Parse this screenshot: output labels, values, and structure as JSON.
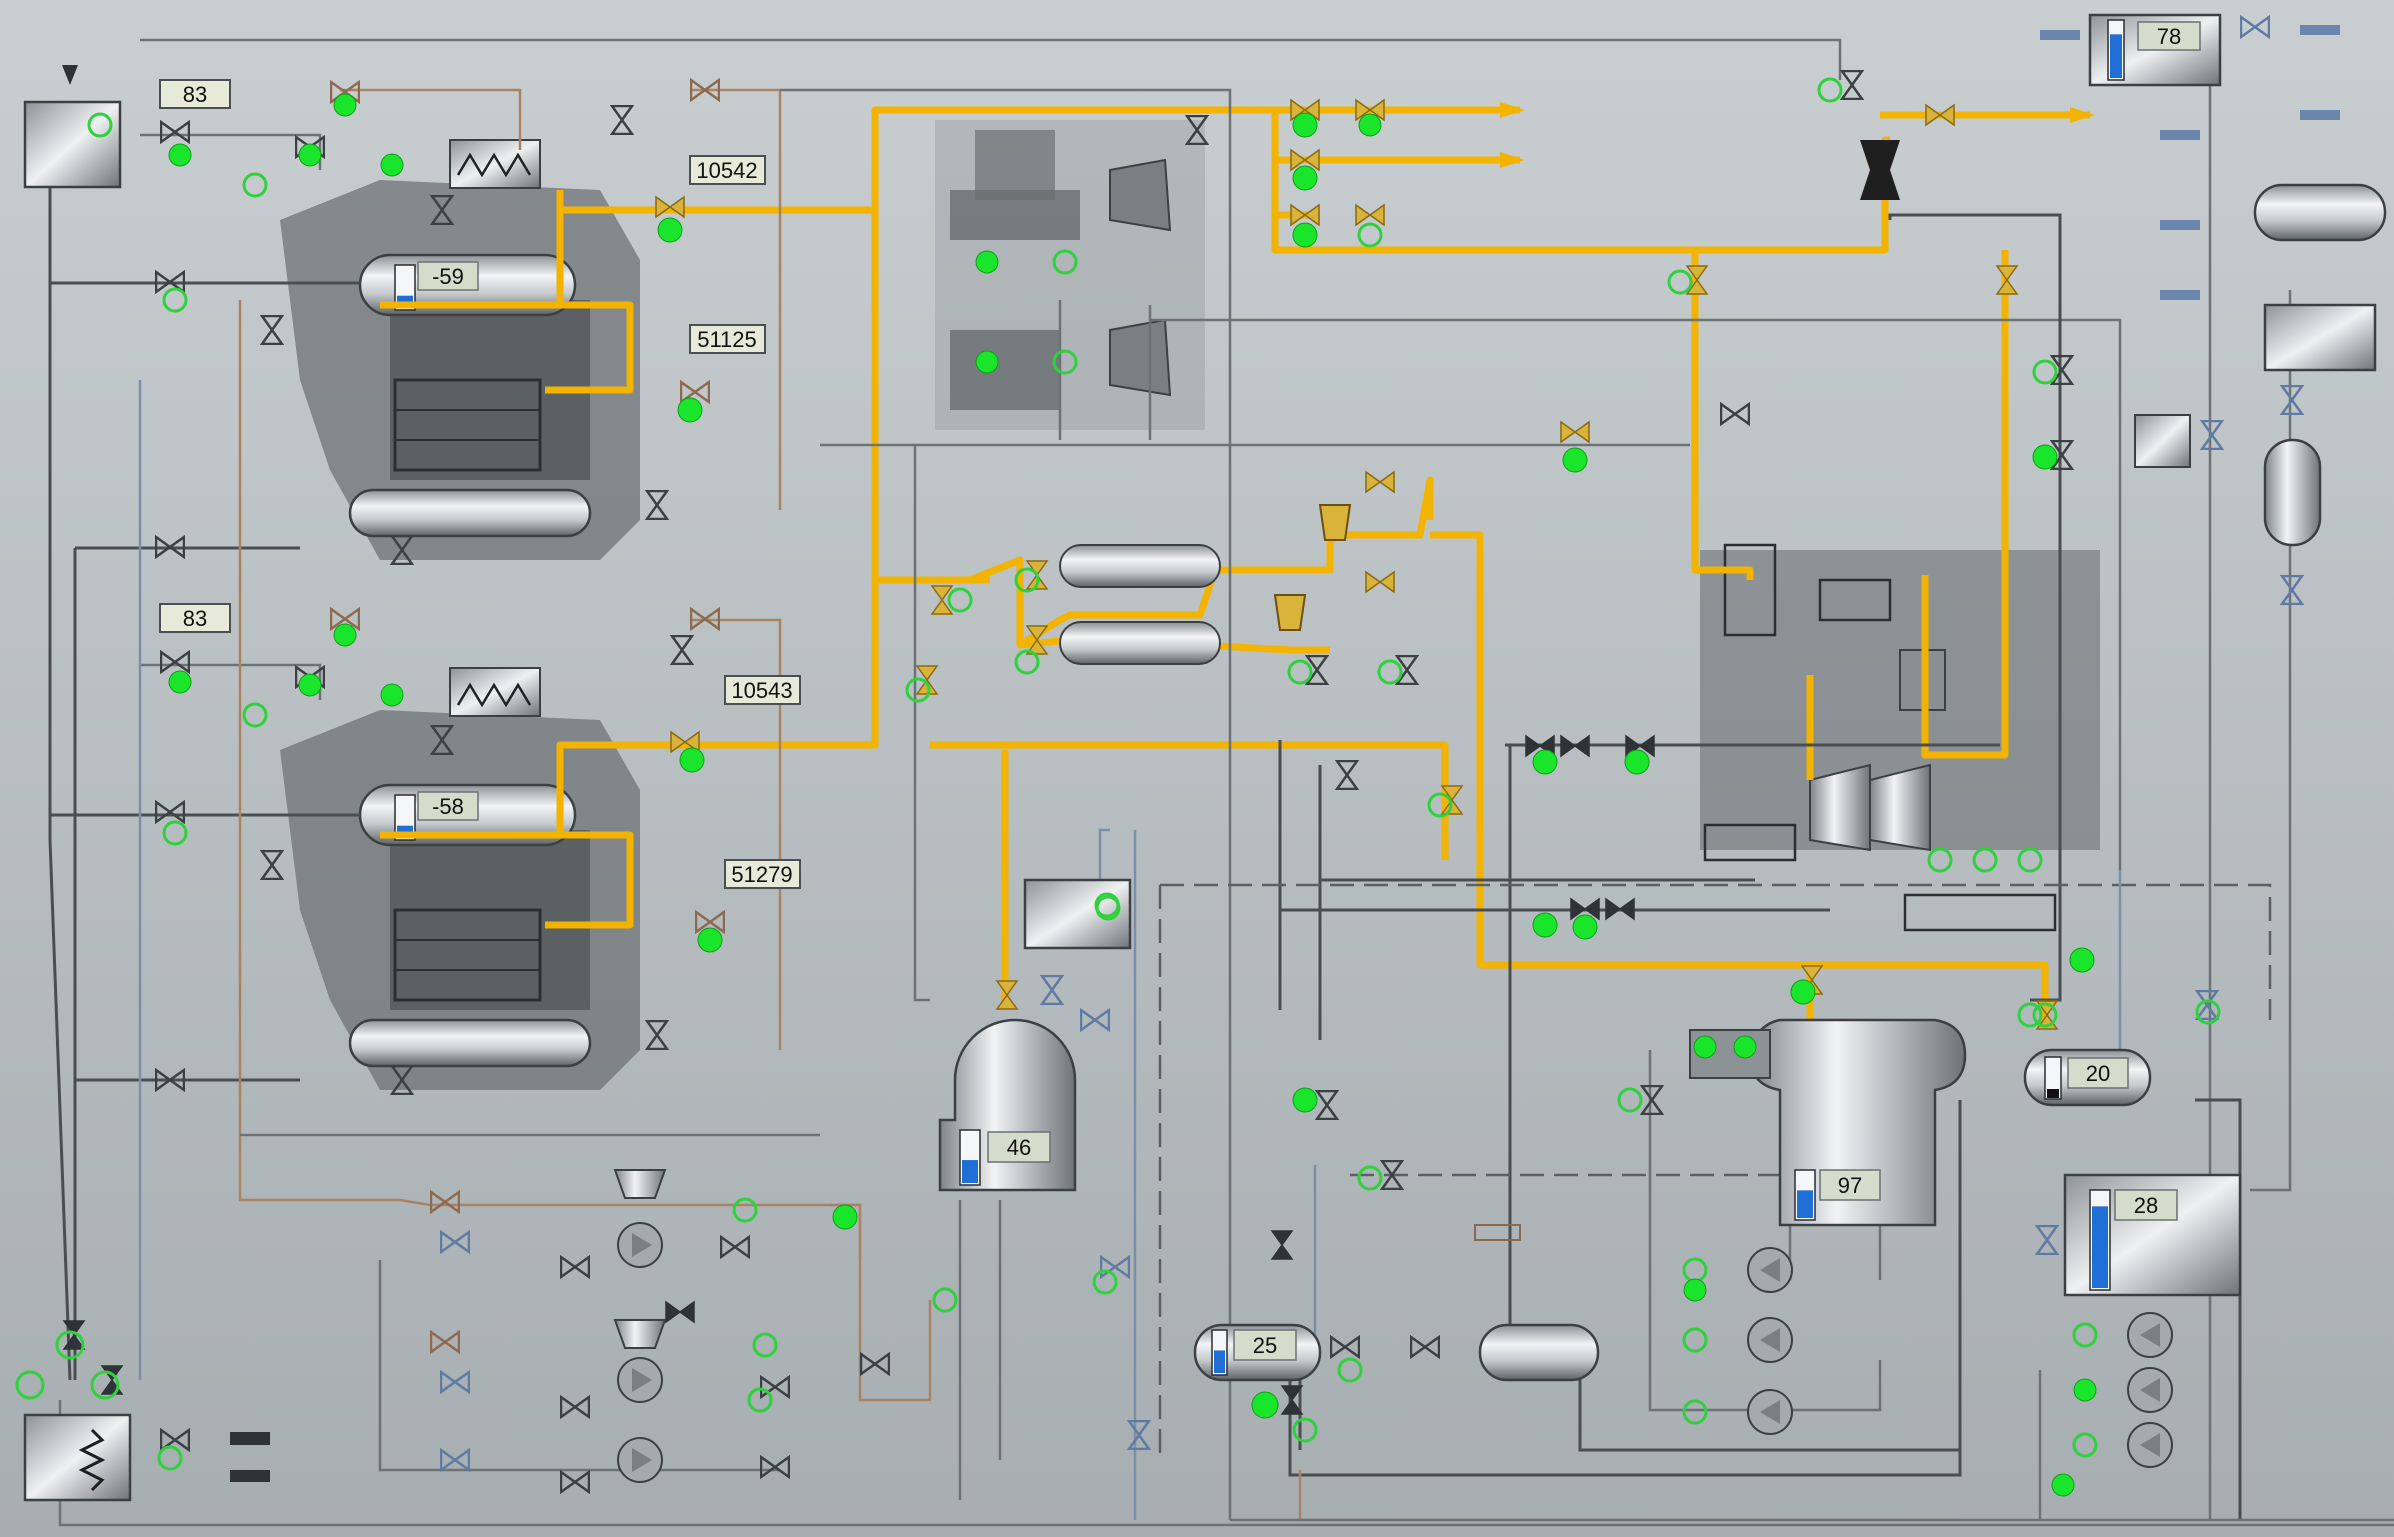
{
  "boiler_1": {
    "level_value": "-59",
    "steam_flow": "10542",
    "feed_flow": "51125",
    "air_tag": "83",
    "level_fraction": 0.3
  },
  "boiler_2": {
    "level_value": "-58",
    "steam_flow": "10543",
    "feed_flow": "51279",
    "air_tag": "83",
    "level_fraction": 0.3
  },
  "deaerator": {
    "level_value": "46",
    "level_fraction": 0.45
  },
  "drain_tank": {
    "level_value": "25",
    "level_fraction": 0.55
  },
  "condenser": {
    "level_value": "97",
    "level_fraction": 0.6
  },
  "hot_well": {
    "level_value": "28",
    "level_fraction": 0.85
  },
  "expansion_tank": {
    "level_value": "20",
    "level_fraction": 0.2
  },
  "top_tank": {
    "level_value": "78",
    "level_fraction": 0.78
  },
  "colors": {
    "steam_pipe": "#f2b400",
    "indicator_on": "#19e62a",
    "level_fill": "#1f6fd6",
    "background": "#b5bcbf"
  }
}
